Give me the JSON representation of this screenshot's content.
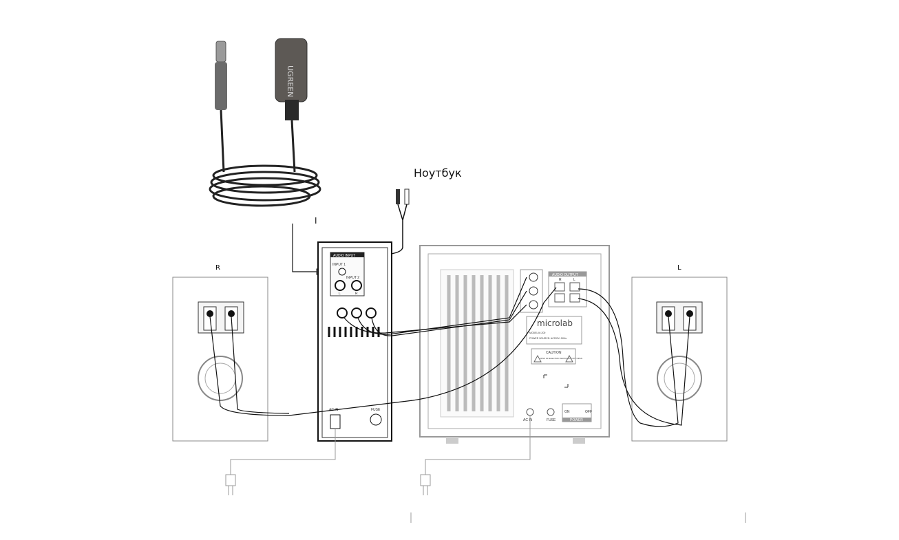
{
  "labels": {
    "laptop": "Ноутбук",
    "input_marker": "I",
    "right_speaker": "R",
    "left_speaker": "L",
    "adapter_brand": "UGREEN"
  },
  "amp_panel": {
    "header": "AUDIO INPUT",
    "input1": "INPUT 1",
    "input2": "INPUT 2",
    "ch_l": "L",
    "ch_r": "R",
    "ac_in": "AC IN",
    "fuse": "FUSE"
  },
  "subwoofer": {
    "audio_output": "AUDIO OUTPUT",
    "out_r": "R",
    "out_l": "L",
    "brand": "microlab",
    "model": "MODEL:M-200",
    "power_source": "POWER SOURCE: AC220V~50Hz",
    "caution": "CAUTION",
    "caution_text": "RISK OF ELECTRIC SHOCK DO NOT OPEN",
    "ac_in": "AC IN",
    "fuse": "FUSE",
    "on": "ON",
    "off": "OFF",
    "power": "POWER"
  },
  "colors": {
    "line": "#111111",
    "gray": "#999999",
    "panel": "#f4f4f4"
  }
}
